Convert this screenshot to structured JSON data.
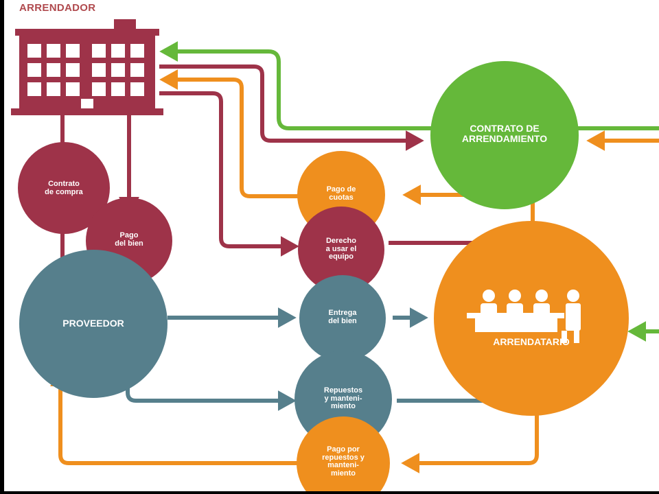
{
  "title": "ARRENDADOR",
  "colors": {
    "arrendador": "#9e3349",
    "proveedor": "#567f8c",
    "arrendatario": "#ef8f1e",
    "contrato": "#65b83a"
  },
  "nodes": {
    "contrato_arrendamiento": "CONTRATO DE\nARRENDAMIENTO",
    "contrato_compra": "Contrato\nde compra",
    "pago_bien": "Pago\ndel bien",
    "pago_cuotas": "Pago de\ncuotas",
    "derecho_usar": "Derecho\na usar el\nequipo",
    "proveedor": "PROVEEDOR",
    "entrega_bien": "Entrega\ndel bien",
    "arrendatario": "ARRENDATARIO",
    "repuestos_mantenimiento": "Repuestos\ny manteni-\nmiento",
    "pago_repuestos": "Pago por\nrepuestos y\nmanteni-\nmiento"
  },
  "icons": {
    "arrendador": "office-building-icon",
    "arrendatario": "people-at-desk-icon"
  }
}
